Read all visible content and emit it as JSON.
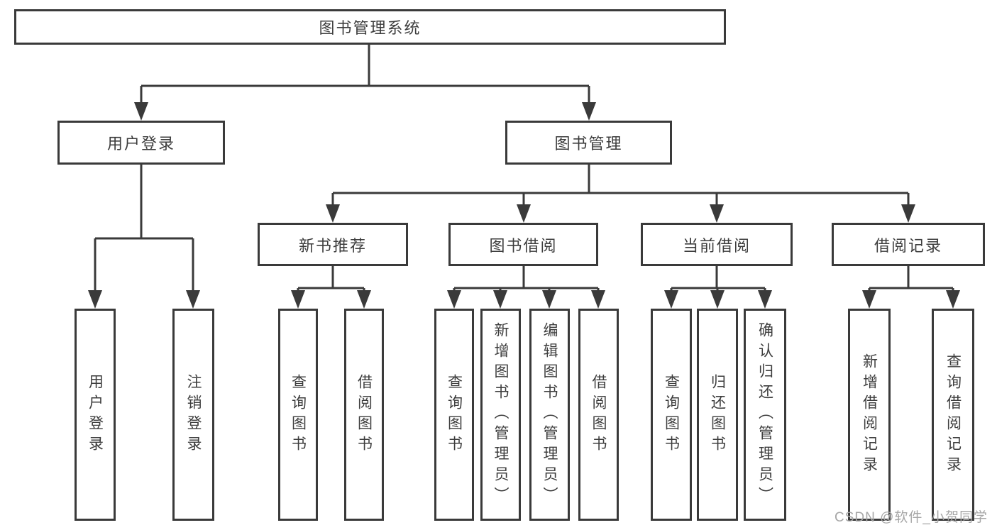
{
  "tree": {
    "root": {
      "label": "图书管理系统"
    },
    "branches": [
      {
        "label": "用户登录",
        "children": [
          {
            "label": "用户登录"
          },
          {
            "label": "注销登录"
          }
        ]
      },
      {
        "label": "图书管理",
        "children": [
          {
            "label": "新书推荐",
            "children": [
              {
                "label": "查询图书"
              },
              {
                "label": "借阅图书"
              }
            ]
          },
          {
            "label": "图书借阅",
            "children": [
              {
                "label": "查询图书"
              },
              {
                "label": "新增图书（管理员）"
              },
              {
                "label": "编辑图书（管理员）"
              },
              {
                "label": "借阅图书"
              }
            ]
          },
          {
            "label": "当前借阅",
            "children": [
              {
                "label": "查询图书"
              },
              {
                "label": "归还图书"
              },
              {
                "label": "确认归还（管理员）"
              }
            ]
          },
          {
            "label": "借阅记录",
            "children": [
              {
                "label": "新增借阅记录"
              },
              {
                "label": "查询借阅记录"
              }
            ]
          }
        ]
      }
    ]
  },
  "watermark": {
    "text": "CSDN @软件_小贺同学"
  },
  "colors": {
    "line": "#3a3a3a",
    "box_border": "#3a3a3a",
    "text": "#3d3d3d",
    "watermark": "#a6a6a6",
    "background": "#ffffff"
  }
}
